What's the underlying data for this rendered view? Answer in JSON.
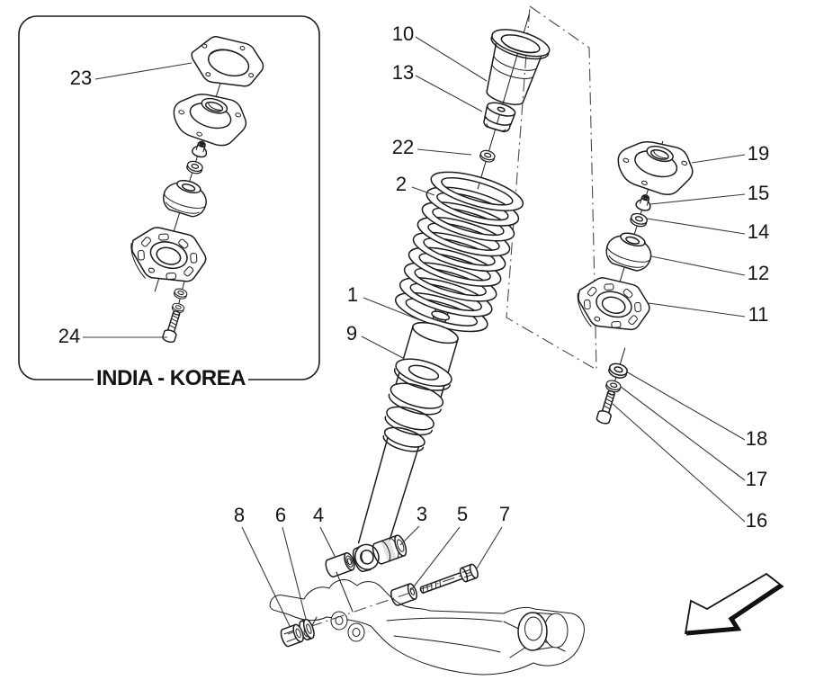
{
  "diagram": {
    "background_color": "#ffffff",
    "line_color": "#1c1c1c",
    "inset_caption": "INDIA - KOREA",
    "part_labels": [
      "10",
      "13",
      "22",
      "2",
      "1",
      "9",
      "19",
      "15",
      "14",
      "12",
      "11",
      "18",
      "17",
      "16",
      "23",
      "24",
      "8",
      "6",
      "4",
      "3",
      "5",
      "7"
    ],
    "icons": {
      "direction_arrow": "block-arrow-down-left"
    }
  }
}
